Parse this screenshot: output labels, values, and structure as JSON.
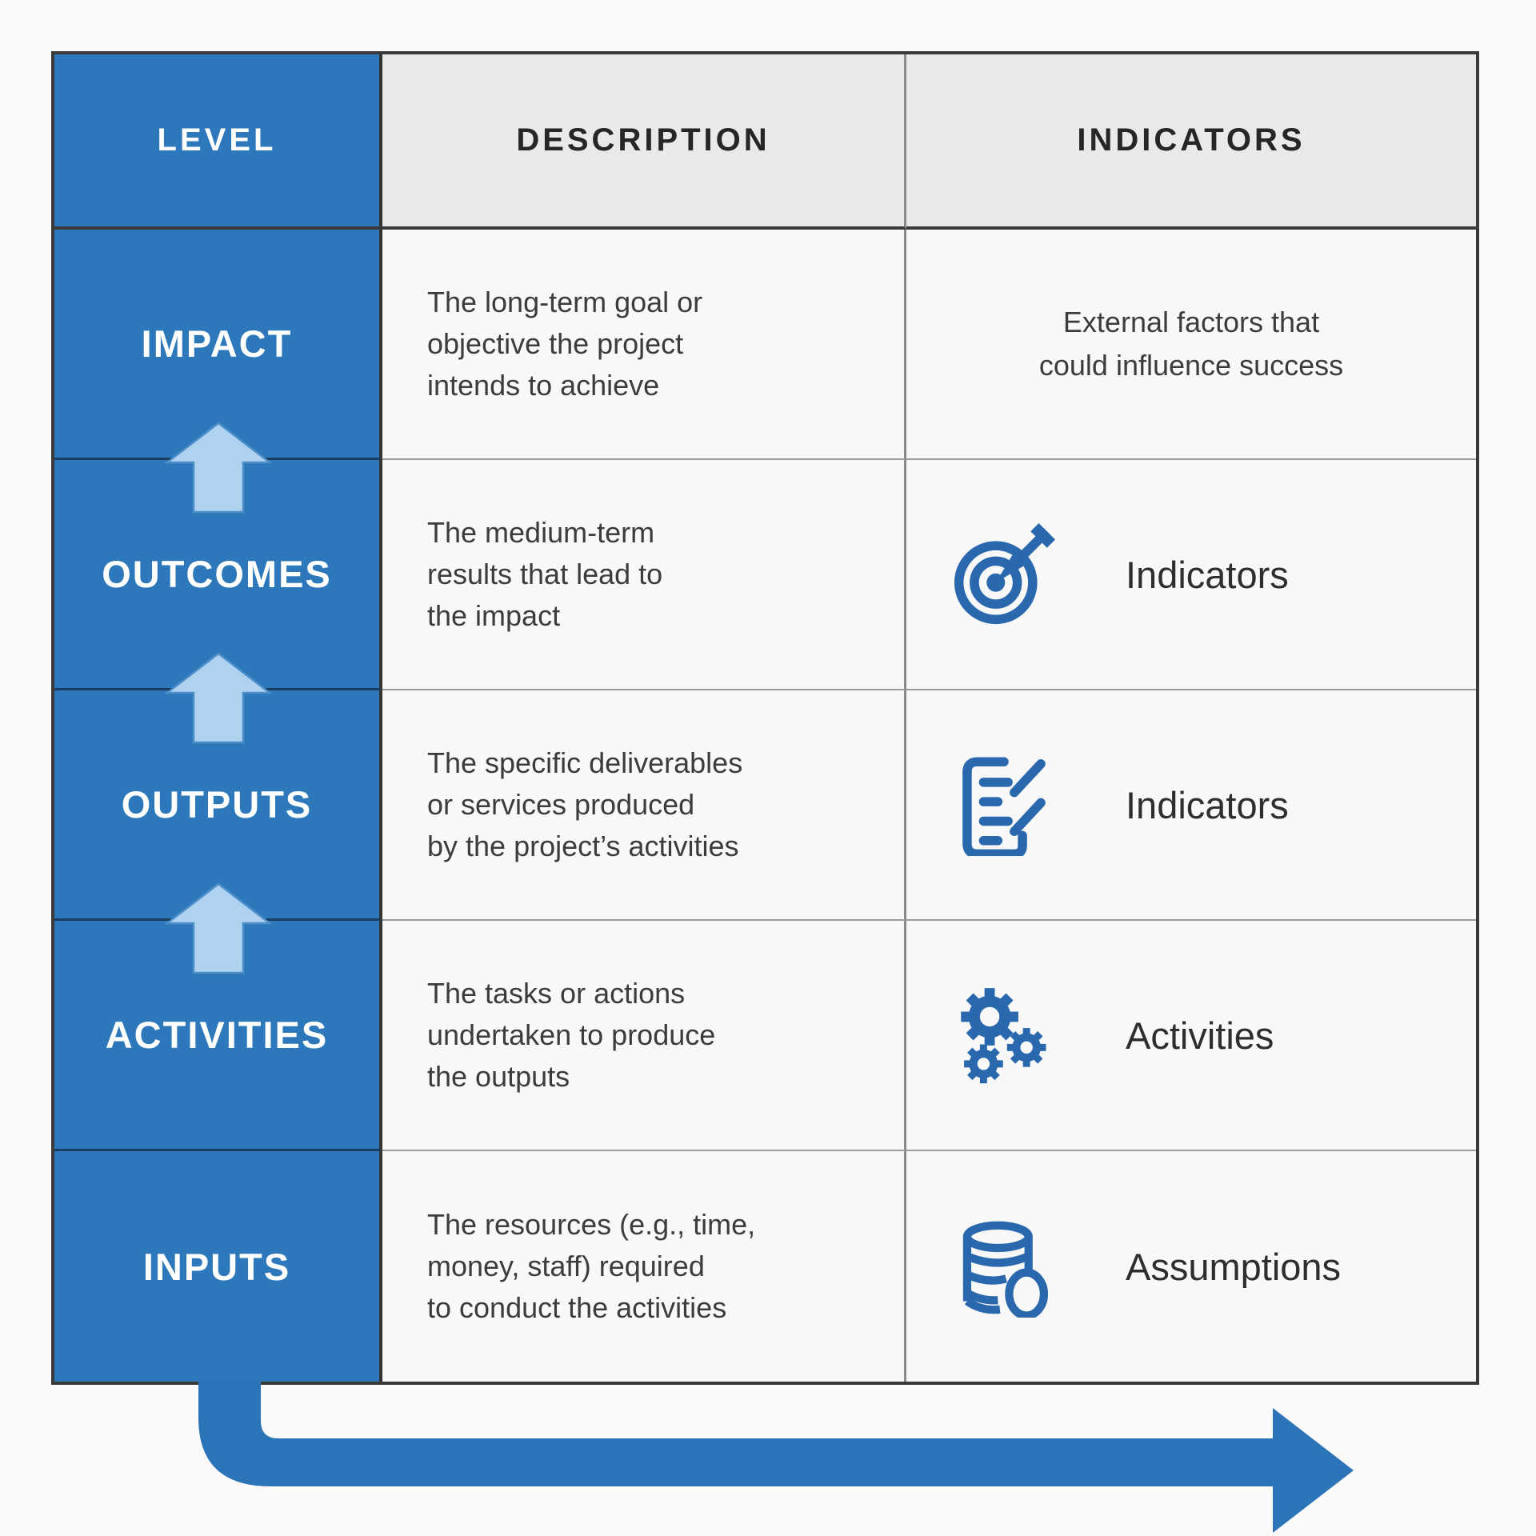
{
  "page": {
    "background": "#fafafa"
  },
  "colors": {
    "primary_blue": "#2c78ba",
    "icon_blue": "#2a68ae",
    "flow_arrow_blue": "#2c74b8",
    "up_arrow_light_blue": "#aed2f0",
    "header_bg": "#e9e9e9",
    "cell_bg": "#f8f8f8",
    "outer_border": "#3a3a3a",
    "level_divider_navy": "#1e3c5f",
    "text_dark": "#3c3c3c"
  },
  "table": {
    "headers": {
      "level": "LEVEL",
      "description": "DESCRIPTION",
      "indicators": "INDICATORS"
    },
    "rows": [
      {
        "level": "IMPACT",
        "description": "The long-term goal or\nobjective the project\nintends to achieve",
        "indicator_text": "External factors that\ncould influence success"
      },
      {
        "level": "OUTCOMES",
        "description": "The medium-term\nresults that lead to\nthe impact",
        "indicator_icon": "target-icon",
        "indicator_label": "Indicators"
      },
      {
        "level": "OUTPUTS",
        "description": "The specific deliverables\nor services produced\nby the project’s activities",
        "indicator_icon": "checklist-icon",
        "indicator_label": "Indicators"
      },
      {
        "level": "ACTIVITIES",
        "description": "The tasks or actions\nundertaken to produce\nthe outputs",
        "indicator_icon": "gears-icon",
        "indicator_label": "Activities"
      },
      {
        "level": "INPUTS",
        "description": "The resources (e.g., time,\nmoney, staff) required\nto conduct the activities",
        "indicator_icon": "database-icon",
        "indicator_label": "Assumptions"
      }
    ]
  },
  "flow": {
    "up_arrows_count": 3,
    "bottom_arrow_direction": "right"
  }
}
